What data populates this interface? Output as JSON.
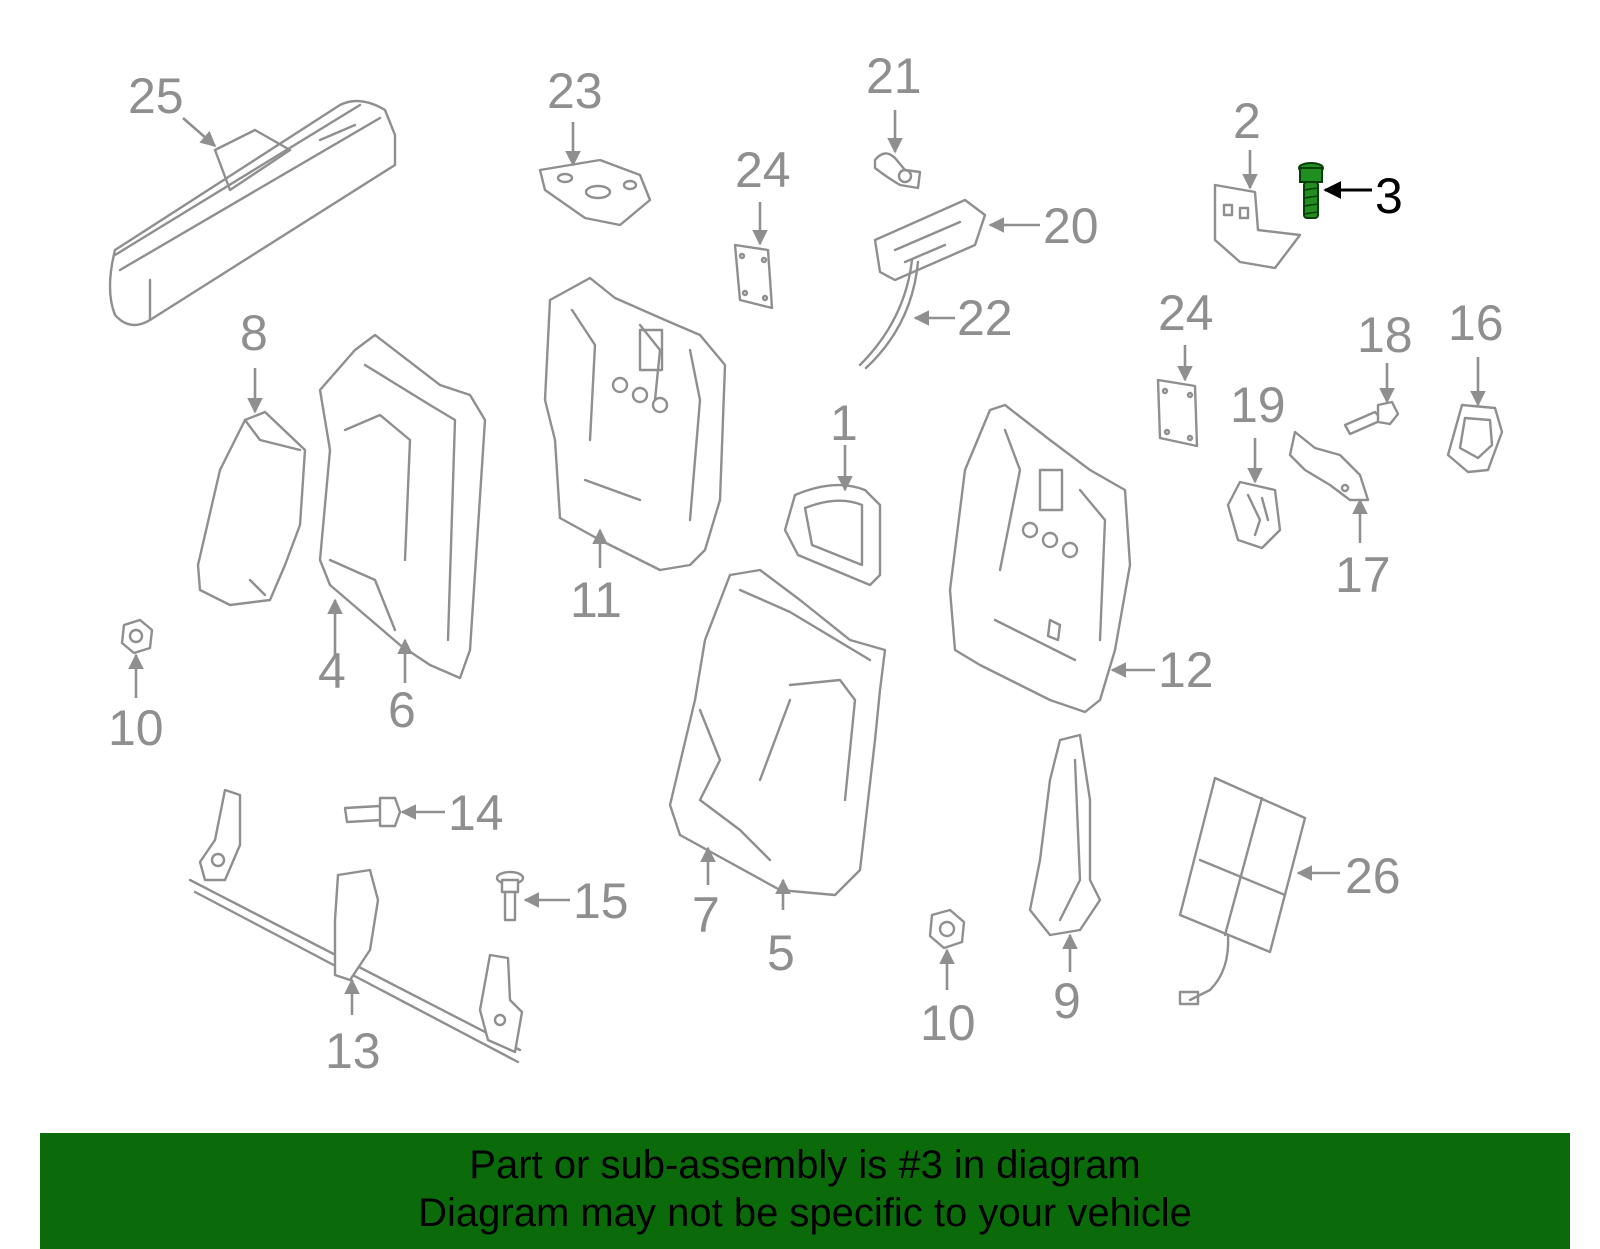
{
  "callouts": [
    {
      "id": "1",
      "label": "1"
    },
    {
      "id": "2",
      "label": "2"
    },
    {
      "id": "3",
      "label": "3",
      "highlight": true
    },
    {
      "id": "4",
      "label": "4"
    },
    {
      "id": "5",
      "label": "5"
    },
    {
      "id": "6",
      "label": "6"
    },
    {
      "id": "7",
      "label": "7"
    },
    {
      "id": "8",
      "label": "8"
    },
    {
      "id": "9",
      "label": "9"
    },
    {
      "id": "10a",
      "label": "10"
    },
    {
      "id": "10b",
      "label": "10"
    },
    {
      "id": "11",
      "label": "11"
    },
    {
      "id": "12",
      "label": "12"
    },
    {
      "id": "13",
      "label": "13"
    },
    {
      "id": "14",
      "label": "14"
    },
    {
      "id": "15",
      "label": "15"
    },
    {
      "id": "16",
      "label": "16"
    },
    {
      "id": "17",
      "label": "17"
    },
    {
      "id": "18",
      "label": "18"
    },
    {
      "id": "19",
      "label": "19"
    },
    {
      "id": "20",
      "label": "20"
    },
    {
      "id": "21",
      "label": "21"
    },
    {
      "id": "22",
      "label": "22"
    },
    {
      "id": "23",
      "label": "23"
    },
    {
      "id": "24a",
      "label": "24"
    },
    {
      "id": "24b",
      "label": "24"
    },
    {
      "id": "25",
      "label": "25"
    },
    {
      "id": "26",
      "label": "26"
    }
  ],
  "banner": {
    "line1": "Part or sub-assembly is #3 in diagram",
    "line2": "Diagram may not be specific to your vehicle"
  },
  "colors": {
    "banner_bg": "#0b6b0b",
    "line_art": "#8f8f8f",
    "highlight_part": "#1f8f1f"
  }
}
